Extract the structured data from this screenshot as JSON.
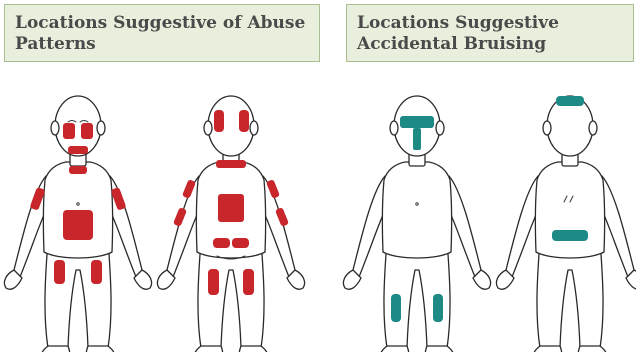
{
  "panels": {
    "abuse": {
      "title": "Locations Suggestive of Abuse Patterns",
      "color": "#c8262b"
    },
    "accidental": {
      "title": "Locations Suggestive Accidental Bruising",
      "color": "#1d8a86"
    }
  },
  "figures": [
    {
      "panel": "abuse",
      "view": "front"
    },
    {
      "panel": "abuse",
      "view": "back"
    },
    {
      "panel": "accidental",
      "view": "front"
    },
    {
      "panel": "accidental",
      "view": "back"
    }
  ]
}
